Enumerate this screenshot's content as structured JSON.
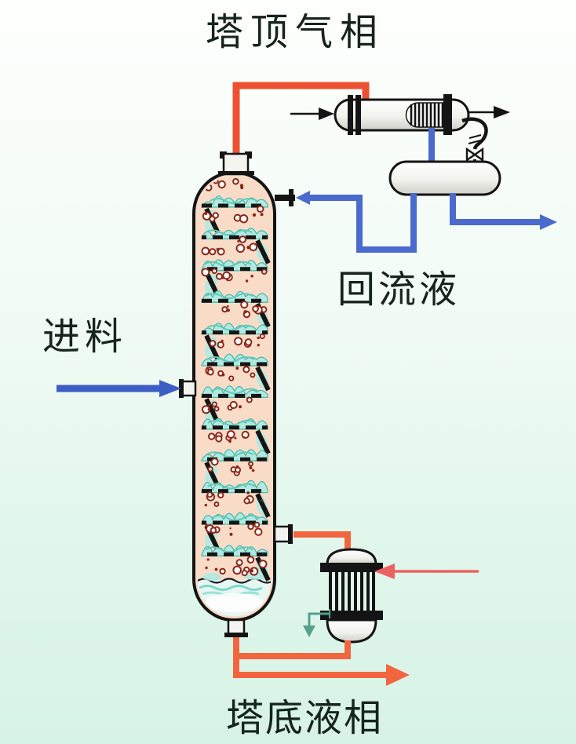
{
  "diagram": {
    "type": "distillation-column-process-flow",
    "labels": {
      "top_vapor": "塔顶气相",
      "reflux": "回流液",
      "feed": "进料",
      "bottom_liquid": "塔底液相"
    },
    "column": {
      "tray_count": 12
    },
    "colors": {
      "vapor_pipe": "#ee5132",
      "liquid_pipe": "#4a6ace",
      "feed_arrow": "#3e5dc4",
      "bottoms_pipe": "#f2653f",
      "steam_arrow": "#ec6262",
      "condensate_arrow": "#55a18c",
      "column_interior": "#f9dcc8",
      "froth": "#aeeae2",
      "froth_edge": "#44b7a9",
      "bubble_ring": "#8c2718",
      "text": "#16241c"
    }
  }
}
